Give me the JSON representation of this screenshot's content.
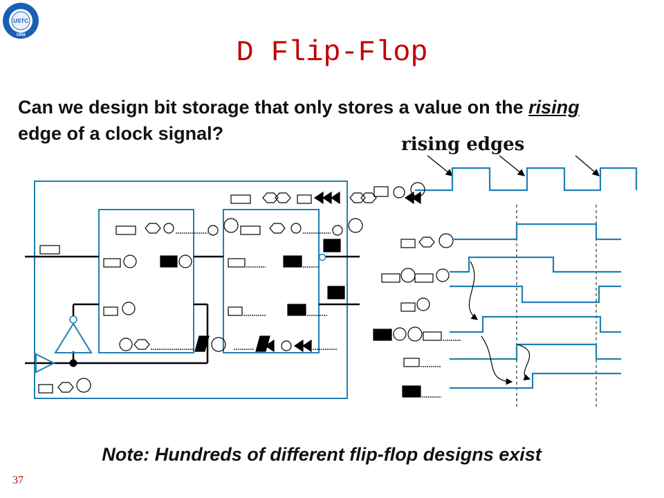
{
  "slide": {
    "title": "D Flip-Flop",
    "question_part1": "Can we design bit storage that only stores a value on the ",
    "question_emph": "rising",
    "question_part2": " edge of a clock signal?",
    "rising_edges_label": "rising edges",
    "note": "Note: Hundreds of different flip-flop designs exist",
    "page_number": "37"
  },
  "logo": {
    "text": "USTC",
    "year": "1958",
    "color": "#1a5fb4"
  },
  "colors": {
    "title": "#c00000",
    "wire": "#000000",
    "box": "#1f7fb4",
    "waveform": "#1f7fb4"
  }
}
